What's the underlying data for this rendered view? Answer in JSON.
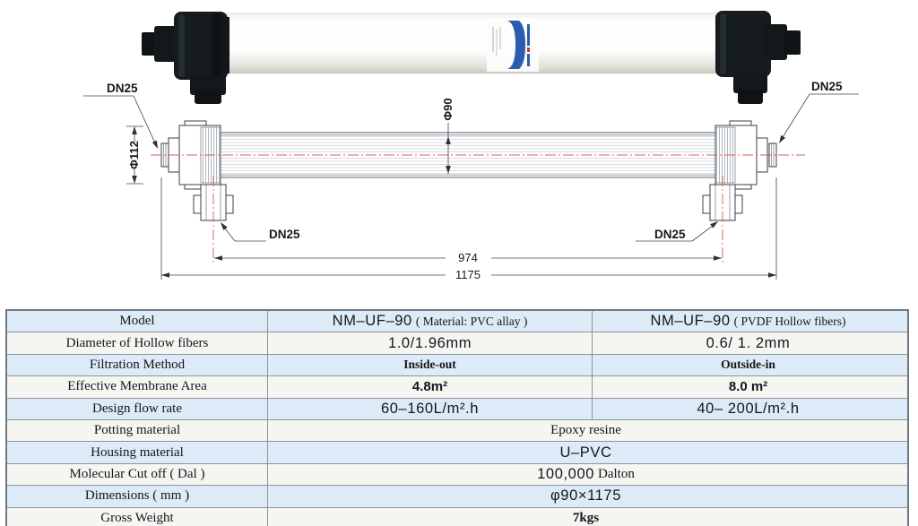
{
  "drawing": {
    "dn25": "DN25",
    "dia_shell": "Φ112",
    "dia_membrane": "Φ90",
    "dim_port_spacing": "974",
    "dim_overall_length": "1175"
  },
  "table": {
    "rows": [
      {
        "label": "Model",
        "c1": "NM–UF–90",
        "c1n": "( Material: PVC allay )",
        "c2": "NM–UF–90",
        "c2n": "( PVDF Hollow fibers)"
      },
      {
        "label": "Diameter of Hollow fibers",
        "c1": "1.0/1.96mm",
        "c2": "0.6/ 1. 2mm"
      },
      {
        "label": "Filtration Method",
        "c1": "Inside-out",
        "c2": "Outside-in"
      },
      {
        "label": "Effective Membrane Area",
        "c1": "4.8m²",
        "c2": "8.0 m²"
      },
      {
        "label": "Design flow rate",
        "c1": "60–160L/m².h",
        "c2": "40– 200L/m².h"
      },
      {
        "label": "Potting material",
        "v": "Epoxy resine"
      },
      {
        "label": "Housing material",
        "v": "U–PVC"
      },
      {
        "label": "Molecular Cut off ( Dal )",
        "v": "100,000",
        "vn": "Dalton"
      },
      {
        "label": "Dimensions ( mm )",
        "v": "φ90×1175"
      },
      {
        "label": "Gross Weight",
        "v": "7kgs"
      }
    ]
  },
  "colors": {
    "row_blue": "#dcebf7",
    "row_white": "#f5f6f2",
    "label_blue": "#2a5db0",
    "centerline_red": "#d4604d",
    "cap_black": "#161b1d"
  }
}
